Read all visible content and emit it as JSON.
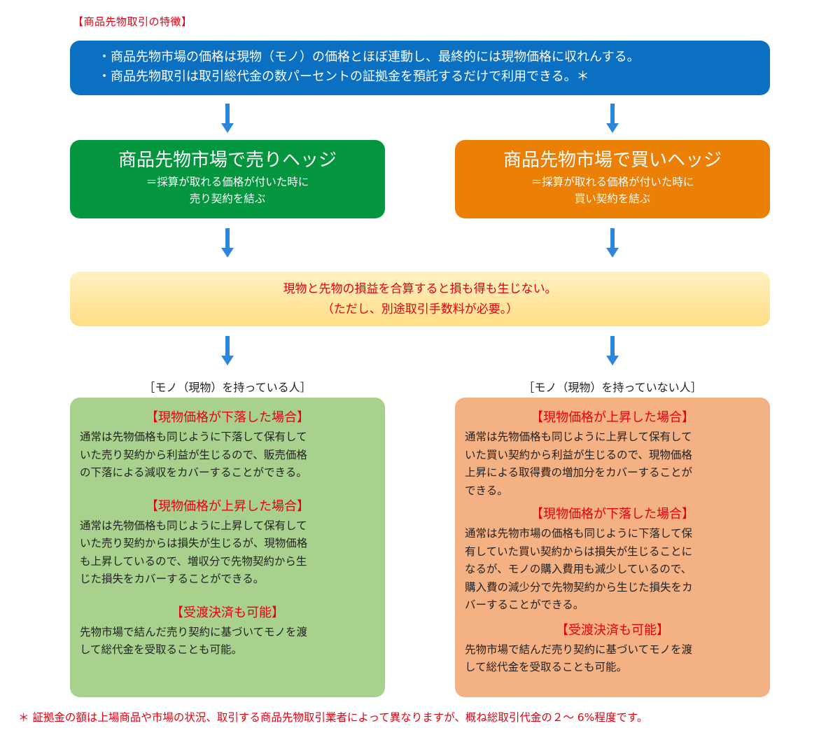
{
  "title": "【商品先物取引の特徴】",
  "top_box": {
    "line1": "・商品先物市場の価格は現物（モノ）の価格とほぼ連動し、最終的には現物価格に収れんする。",
    "line2": "・商品先物取引は取引総代金の数パーセントの証拠金を預託するだけで利用できる。＊"
  },
  "hedge_sell": {
    "heading": "商品先物市場で売りヘッジ",
    "line1": "＝採算が取れる価格が付いた時に",
    "line2": "売り契約を結ぶ"
  },
  "hedge_buy": {
    "heading": "商品先物市場で買いヘッジ",
    "line1": "＝採算が取れる価格が付いた時に",
    "line2": "買い契約を結ぶ"
  },
  "middle_box": {
    "line1": "現物と先物の損益を合算すると損も得も生じない。",
    "line2": "（ただし、別途取引手数料が必要。）"
  },
  "left_caption": "［モノ（現物）を持っている人］",
  "right_caption": "［モノ（現物）を持っていない人］",
  "left_panel": {
    "sections": [
      {
        "heading": "【現物価格が下落した場合】",
        "lines": [
          "通常は先物価格も同じように下落して保有して",
          "いた売り契約から利益が生じるので、販売価格",
          "の下落による減収をカバーすることができる。"
        ]
      },
      {
        "heading": "【現物価格が上昇した場合】",
        "lines": [
          "通常は先物価格も同じように上昇して保有して",
          "いた売り契約からは損失が生じるが、現物価格",
          "も上昇しているので、増収分で先物契約から生",
          "じた損失をカバーすることができる。"
        ]
      },
      {
        "heading": "【受渡決済も可能】",
        "lines": [
          "先物市場で結んだ売り契約に基づいてモノを渡",
          "して総代金を受取ることも可能。"
        ]
      }
    ]
  },
  "right_panel": {
    "sections": [
      {
        "heading": "【現物価格が上昇した場合】",
        "lines": [
          "通常は先物価格も同じように上昇して保有して",
          "いた買い契約から利益が生じるので、現物価格",
          "上昇による取得費の増加分をカバーすることが",
          "できる。"
        ]
      },
      {
        "heading": "【現物価格が下落した場合】",
        "lines": [
          "通常は先物市場の価格も同じように下落して保",
          "有していた買い契約からは損失が生じることに",
          "なるが、モノの購入費用も減少しているので、",
          "購入費の減少分で先物契約から生じた損失をカ",
          "バーすることができる。"
        ]
      },
      {
        "heading": "【受渡決済も可能】",
        "lines": [
          "先物市場で結んだ売り契約に基づいてモノを渡",
          "して総代金を受取ることも可能。"
        ]
      }
    ]
  },
  "footnote": "＊ 証拠金の額は上場商品や市場の状況、取引する商品先物取引業者によって異なりますが、概ね総取引代金の２～ 6%程度です。",
  "colors": {
    "title_red": "#e60012",
    "top_blue": "#0b6fc2",
    "sell_green": "#04963f",
    "buy_orange": "#ec7f06",
    "middle_yellow": "#ffe08a",
    "left_panel_green": "#a9d18e",
    "right_panel_orange": "#f4b183",
    "arrow_blue": "#2e86d9"
  }
}
